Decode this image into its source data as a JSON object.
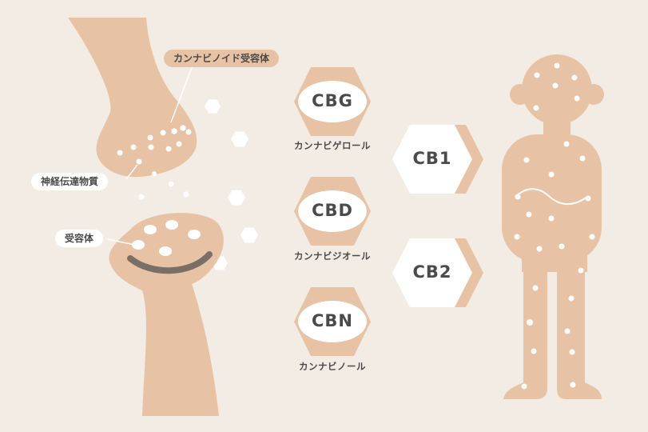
{
  "labels": {
    "cannabinoid_receptor": "カンナビノイド受容体",
    "neurotransmitter": "神経伝達物質",
    "receptor": "受容体"
  },
  "cannabinoids": [
    {
      "code": "CBG",
      "name": "カンナビゲロール"
    },
    {
      "code": "CBD",
      "name": "カンナビジオール"
    },
    {
      "code": "CBN",
      "name": "カンナビノール"
    }
  ],
  "receptor_types": [
    {
      "code": "CB1"
    },
    {
      "code": "CB2"
    }
  ],
  "colors": {
    "background": "#f3ece4",
    "skin": "#e8c2a4",
    "skin_dark": "#d9ab88",
    "white": "#ffffff",
    "text": "#4a4a4a",
    "smile": "#7a6f66"
  }
}
